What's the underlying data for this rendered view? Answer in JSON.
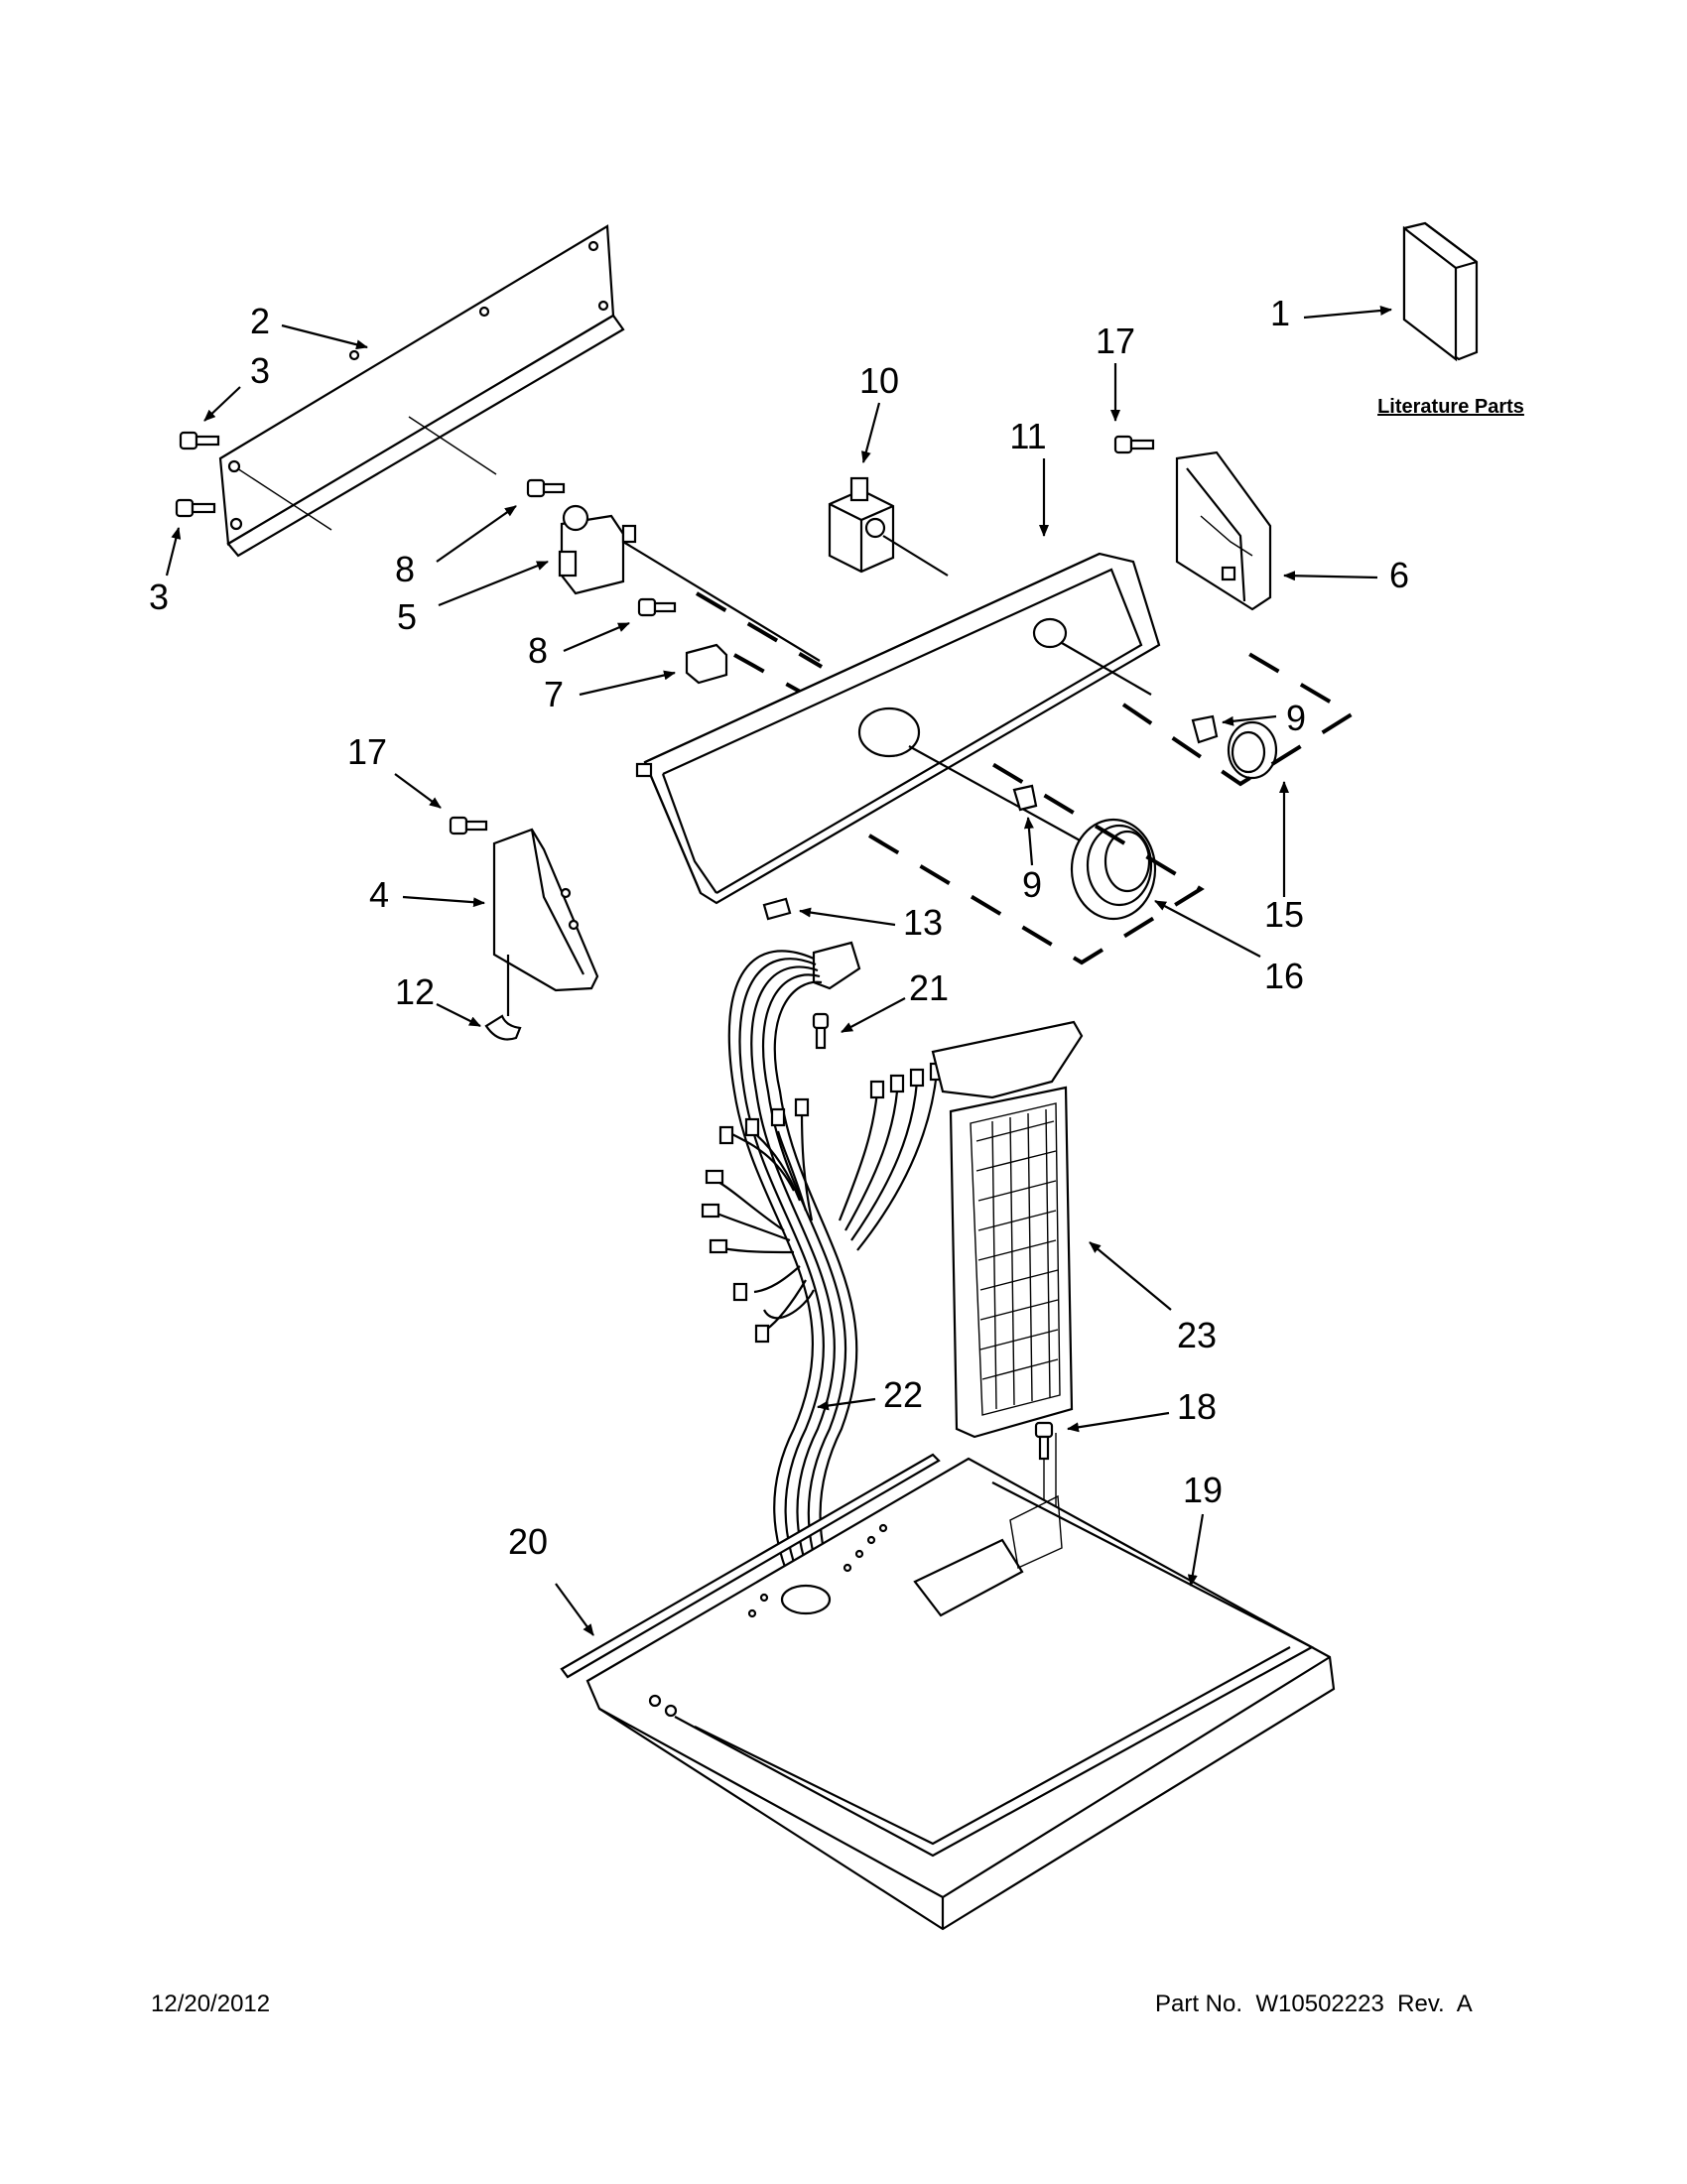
{
  "callouts": {
    "c1": "1",
    "c2": "2",
    "c3a": "3",
    "c3b": "3",
    "c4": "4",
    "c5": "5",
    "c6": "6",
    "c7": "7",
    "c8a": "8",
    "c8b": "8",
    "c9a": "9",
    "c9b": "9",
    "c10": "10",
    "c11": "11",
    "c12": "12",
    "c13": "13",
    "c15": "15",
    "c16": "16",
    "c17a": "17",
    "c17b": "17",
    "c18": "18",
    "c19": "19",
    "c20": "20",
    "c21": "21",
    "c22": "22",
    "c23": "23"
  },
  "literature_label": "Literature Parts",
  "footer": {
    "date": "12/20/2012",
    "part_no": "Part No.  W10502223  Rev.  A"
  }
}
